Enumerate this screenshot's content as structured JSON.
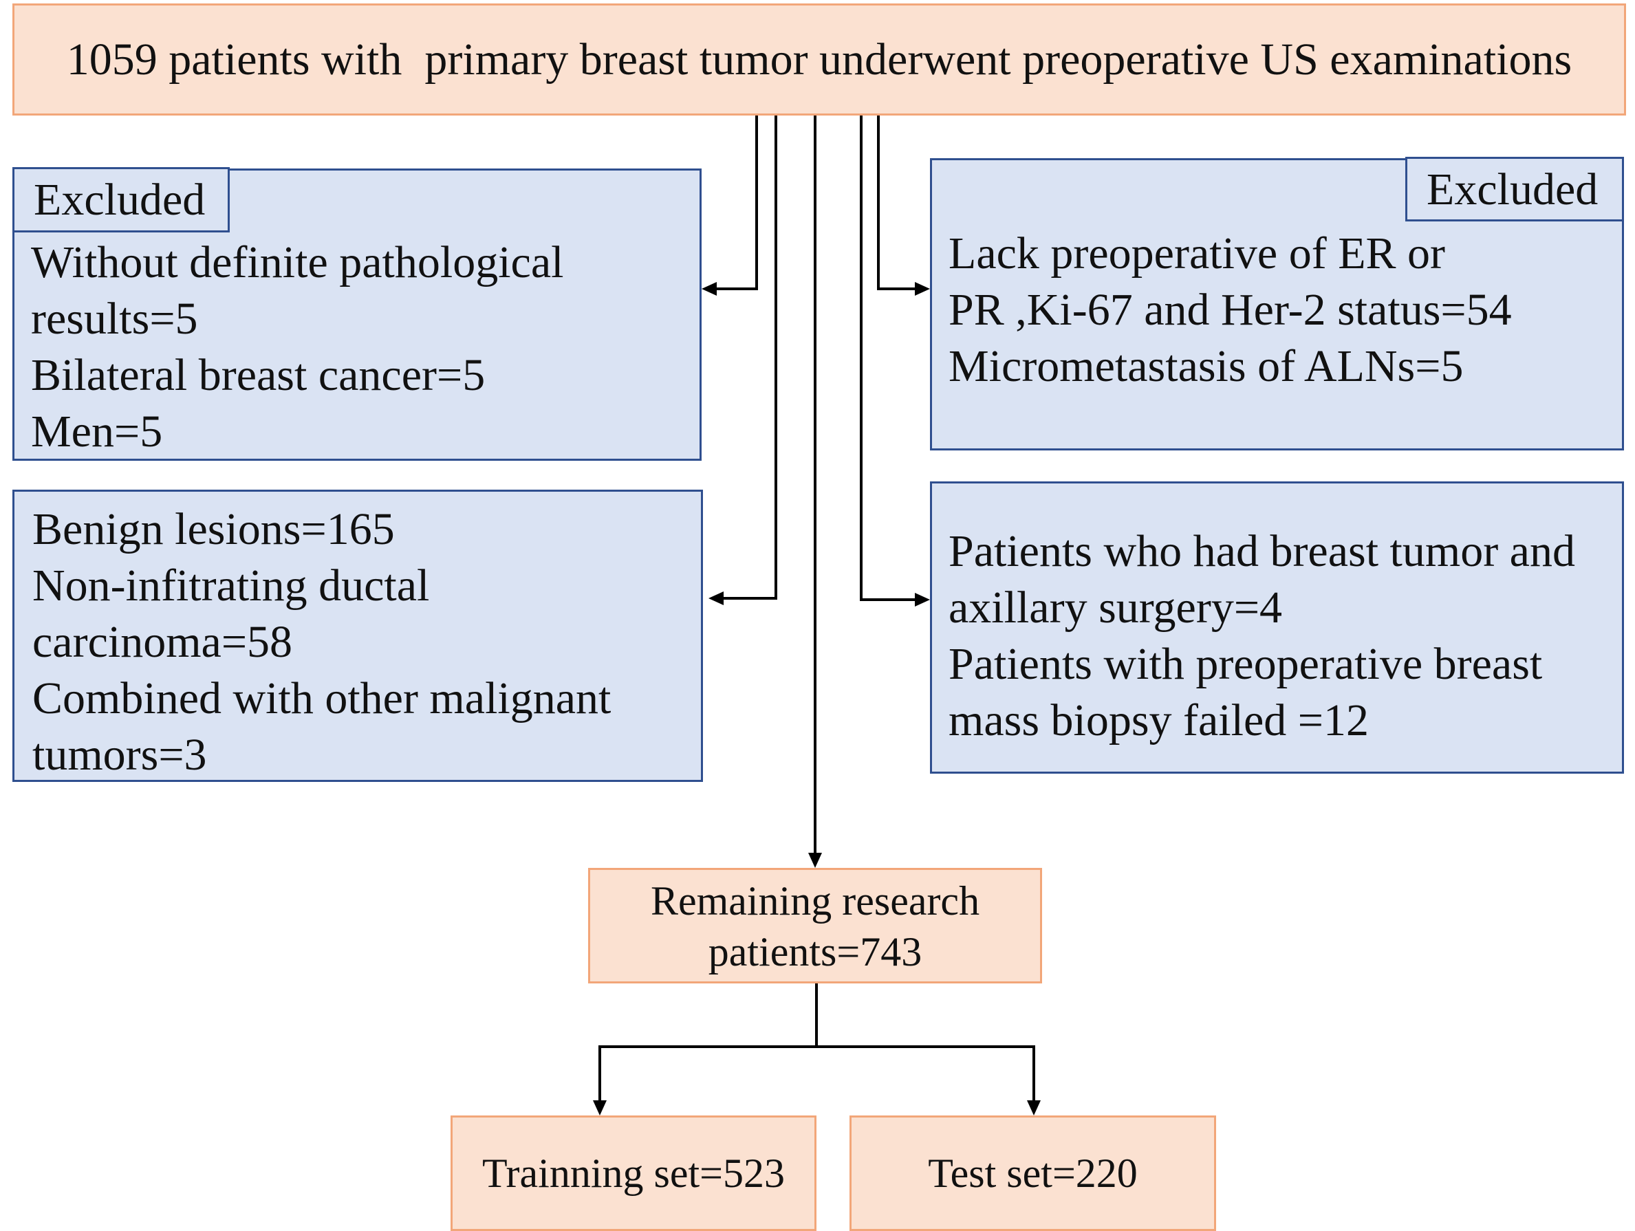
{
  "top": {
    "text": "1059 patients with  primary breast tumor underwent preoperative US examinations"
  },
  "left_upper": {
    "tag": "Excluded",
    "lines": [
      "Without definite pathological",
      "results=5",
      "Bilateral breast cancer=5",
      "Men=5"
    ]
  },
  "left_lower": {
    "lines": [
      "Benign lesions=165",
      "Non-infitrating ductal",
      "carcinoma=58",
      "Combined with other malignant",
      "tumors=3"
    ]
  },
  "right_upper": {
    "tag": "Excluded",
    "lines": [
      "Lack preoperative of ER or",
      "PR ,Ki-67 and Her-2 status=54",
      "Micrometastasis of ALNs=5"
    ]
  },
  "right_lower": {
    "lines": [
      "Patients who had breast tumor and",
      "axillary surgery=4",
      "Patients with preoperative breast",
      "mass biopsy failed =12"
    ]
  },
  "remaining": {
    "lines": [
      "Remaining research",
      "patients=743"
    ]
  },
  "training": {
    "text": "Trainning set=523"
  },
  "test": {
    "text": "Test set=220"
  },
  "colors": {
    "orange_fill": "#fbe1d1",
    "orange_border": "#f2a679",
    "blue_fill": "#dae3f3",
    "blue_border": "#2f4f8f",
    "connector": "#000000"
  }
}
